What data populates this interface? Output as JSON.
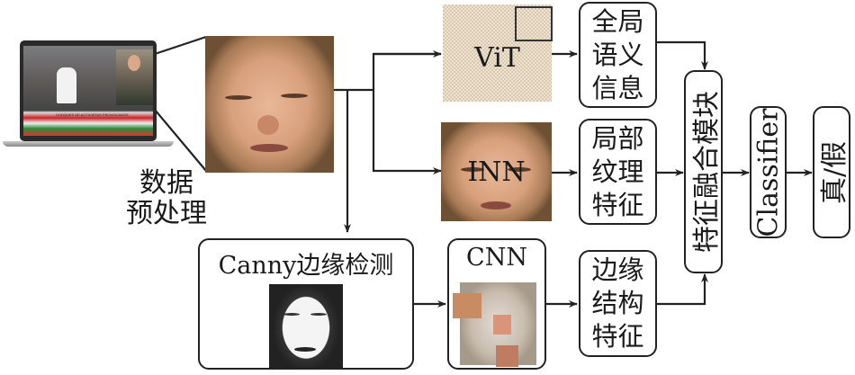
{
  "preprocess": {
    "line1": "数据",
    "line2": "预处理"
  },
  "branches": {
    "vit": {
      "label": "ViT",
      "feature": [
        "全局",
        "语义",
        "信息"
      ]
    },
    "inn": {
      "label": "INN",
      "feature": [
        "局部",
        "纹理",
        "特征"
      ]
    },
    "canny": {
      "label": "Canny边缘检测"
    },
    "cnn": {
      "label": "CNN",
      "feature": [
        "边缘",
        "结构",
        "特征"
      ]
    }
  },
  "fusion": {
    "label": "特征融合模块"
  },
  "classifier": {
    "label": "Classifier"
  },
  "output": {
    "label": "真/假"
  },
  "laptop": {
    "ticker_text": "CHOQUES DE ACTIVISTAS PROVOCADOS"
  }
}
